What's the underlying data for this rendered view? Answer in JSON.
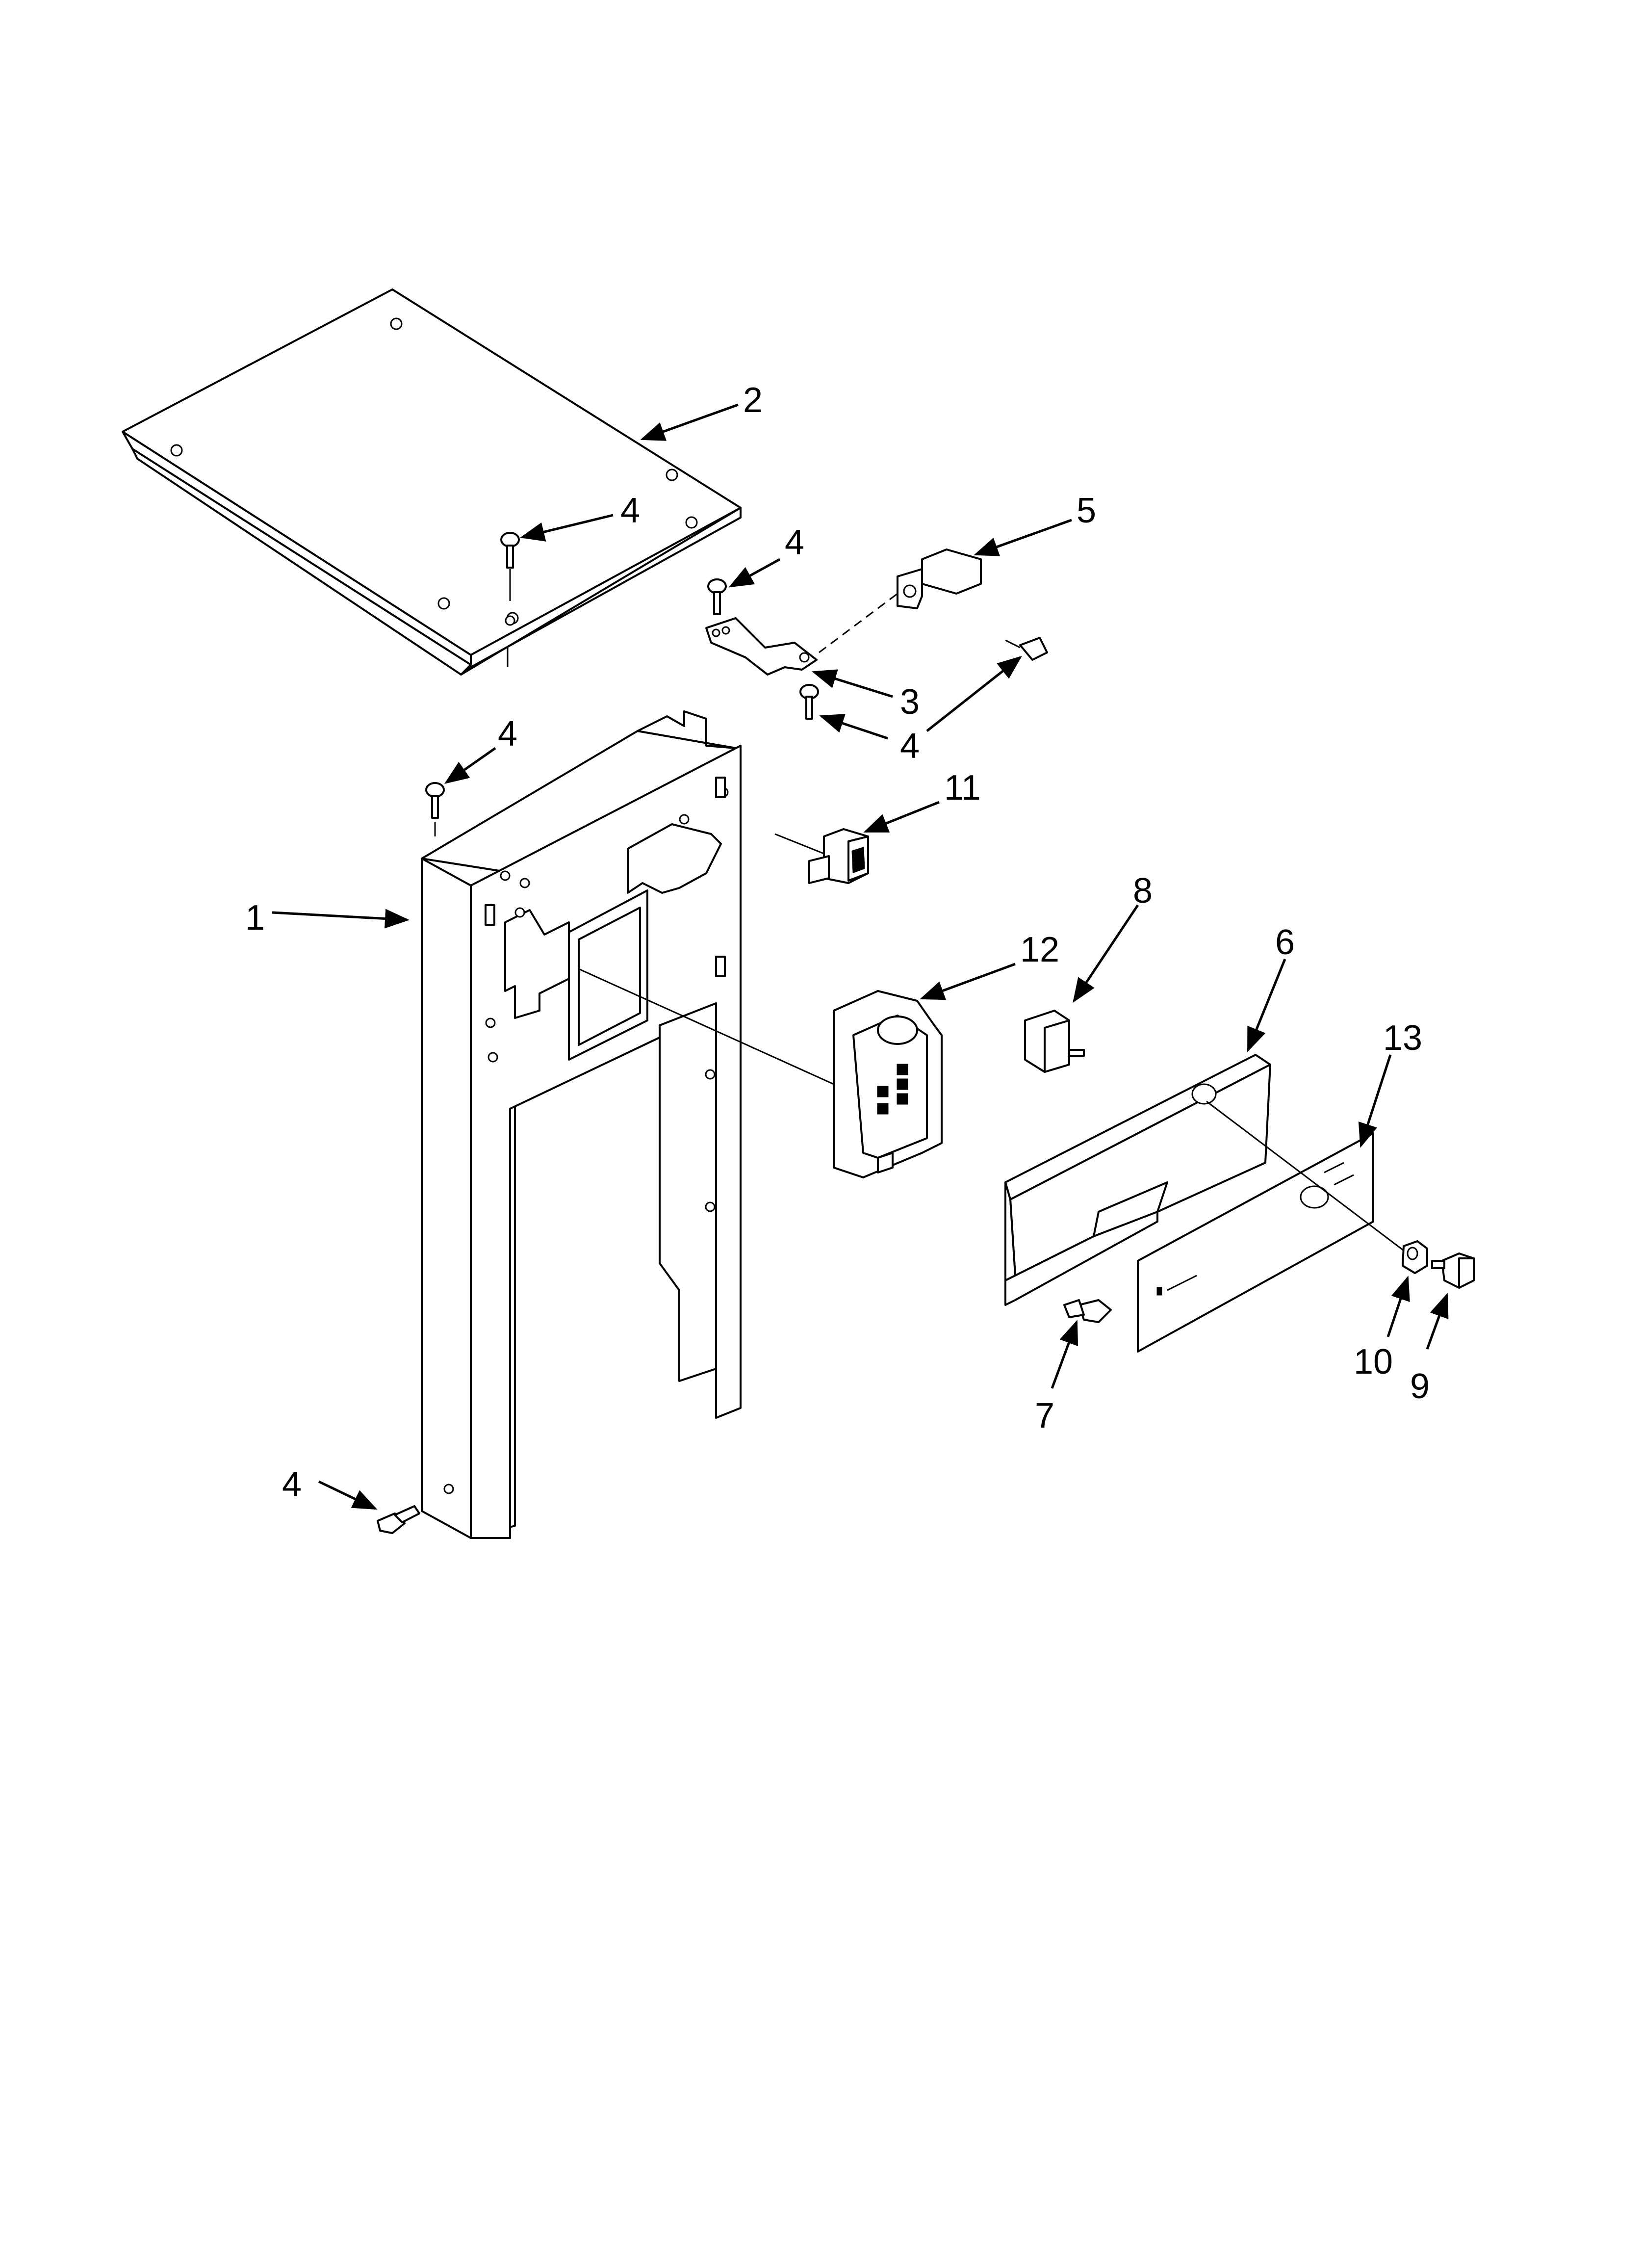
{
  "callouts": {
    "c1": "1",
    "c2": "2",
    "c3": "3",
    "c4a": "4",
    "c4b": "4",
    "c4c": "4",
    "c4d": "4",
    "c4e": "4",
    "c5": "5",
    "c6": "6",
    "c7": "7",
    "c8": "8",
    "c9": "9",
    "c10": "10",
    "c11": "11",
    "c12": "12",
    "c13": "13"
  }
}
